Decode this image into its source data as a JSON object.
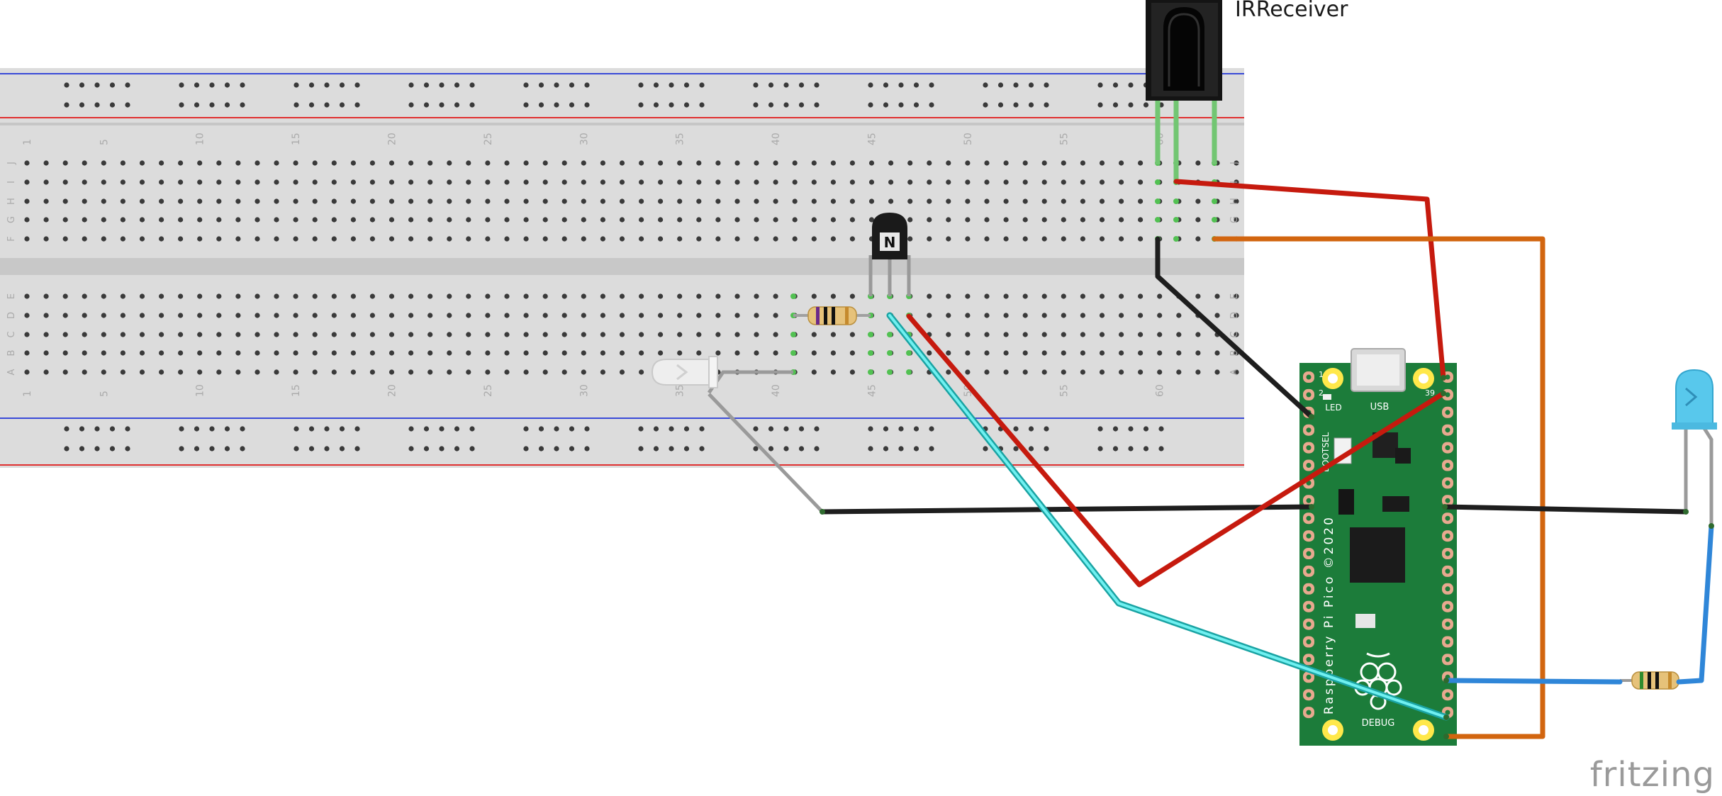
{
  "components": {
    "ir_receiver": {
      "label": "IRReceiver"
    },
    "pico": {
      "usb_label": "USB",
      "led_label": "LED",
      "bootsel_label": "BOOTSEL",
      "debug_label": "DEBUG",
      "board_text": "Raspberry Pi Pico ©2020",
      "pin_1": "1",
      "pin_2": "2",
      "pin_39": "39"
    }
  },
  "breadboard": {
    "column_numbers": [
      "1",
      "5",
      "10",
      "15",
      "20",
      "25",
      "30",
      "35",
      "40",
      "45",
      "50",
      "55",
      "60"
    ],
    "row_letters_top": [
      "J",
      "I",
      "H",
      "G",
      "F"
    ],
    "row_letters_bottom": [
      "E",
      "D",
      "C",
      "B",
      "A"
    ]
  },
  "colors": {
    "wire_red": "#c61a0e",
    "wire_black": "#1e1e1e",
    "wire_orange": "#d2650f",
    "wire_cyan": "#22d1d1",
    "wire_blue": "#2f86d8",
    "leg_gray": "#8c8c8c",
    "pcb_green": "#1c7c3a",
    "breadboard": "#dcdcdc",
    "rail_red": "#e03030",
    "rail_blue": "#3a4ad8"
  },
  "watermark": {
    "text": "fritzing"
  }
}
